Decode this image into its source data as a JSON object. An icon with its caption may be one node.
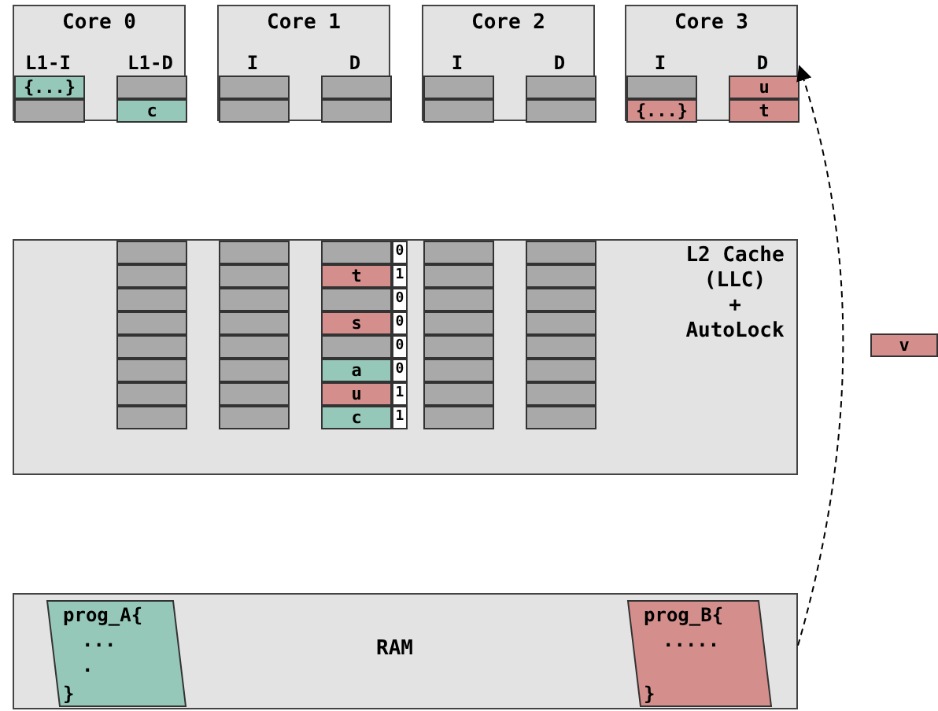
{
  "diagram": {
    "nodes": [
      {
        "text": [
          "Core 0",
          "L1-I",
          "L1-D"
        ]
      },
      {
        "text": [
          "{...}"
        ],
        "in": 0
      },
      {
        "text": [],
        "shape": "box",
        "in": 0
      },
      {
        "text": [],
        "shape": "box",
        "in": 0
      },
      {
        "text": [
          "c"
        ],
        "in": 0
      },
      {
        "text": [
          "Core 1",
          "I",
          "D"
        ]
      },
      {
        "text": [],
        "shape": "box",
        "in": 5
      },
      {
        "text": [],
        "shape": "box",
        "in": 5
      },
      {
        "text": [],
        "shape": "box",
        "in": 5
      },
      {
        "text": [],
        "shape": "box",
        "in": 5
      },
      {
        "text": [
          "Core 2",
          "I",
          "D"
        ]
      },
      {
        "text": [],
        "shape": "box",
        "in": 10
      },
      {
        "text": [],
        "shape": "box",
        "in": 10
      },
      {
        "text": [],
        "shape": "box",
        "in": 10
      },
      {
        "text": [],
        "shape": "box",
        "in": 10
      },
      {
        "text": [
          "Core 3",
          "I",
          "D"
        ]
      },
      {
        "text": [],
        "shape": "box",
        "in": 15
      },
      {
        "text": [
          "{...}"
        ],
        "in": 15
      },
      {
        "text": [
          "u"
        ],
        "in": 15
      },
      {
        "text": [
          "t"
        ],
        "in": 15
      },
      {
        "text": [
          "L2 Cache",
          "(LLC)",
          "+",
          "AutoLock"
        ]
      },
      {
        "text": [],
        "shape": "box",
        "in": 20
      },
      {
        "text": [],
        "shape": "box",
        "in": 20
      },
      {
        "text": [],
        "shape": "box",
        "in": 20
      },
      {
        "text": [],
        "shape": "box",
        "in": 20
      },
      {
        "text": [],
        "shape": "box",
        "in": 20
      },
      {
        "text": [],
        "shape": "box",
        "in": 20
      },
      {
        "text": [],
        "shape": "box",
        "in": 20
      },
      {
        "text": [],
        "shape": "box",
        "in": 20
      },
      {
        "text": [],
        "shape": "box",
        "in": 20
      },
      {
        "text": [],
        "shape": "box",
        "in": 20
      },
      {
        "text": [],
        "shape": "box",
        "in": 20
      },
      {
        "text": [],
        "shape": "box",
        "in": 20
      },
      {
        "text": [],
        "shape": "box",
        "in": 20
      },
      {
        "text": [],
        "shape": "box",
        "in": 20
      },
      {
        "text": [],
        "shape": "box",
        "in": 20
      },
      {
        "text": [],
        "shape": "box",
        "in": 20
      },
      {
        "text": [],
        "shape": "box",
        "in": 20
      },
      {
        "text": [
          "t"
        ],
        "in": 20
      },
      {
        "text": [],
        "shape": "box",
        "in": 20
      },
      {
        "text": [
          "s"
        ],
        "in": 20
      },
      {
        "text": [],
        "shape": "box",
        "in": 20
      },
      {
        "text": [
          "a"
        ],
        "in": 20
      },
      {
        "text": [
          "u"
        ],
        "in": 20
      },
      {
        "text": [
          "c"
        ],
        "in": 20
      },
      {
        "text": [
          "0"
        ],
        "in": 20
      },
      {
        "text": [
          "1"
        ],
        "in": 20
      },
      {
        "text": [
          "0"
        ],
        "in": 20
      },
      {
        "text": [
          "0"
        ],
        "in": 20
      },
      {
        "text": [
          "0"
        ],
        "in": 20
      },
      {
        "text": [
          "0"
        ],
        "in": 20
      },
      {
        "text": [
          "1"
        ],
        "in": 20
      },
      {
        "text": [
          "1"
        ],
        "in": 20
      },
      {
        "text": [],
        "shape": "box",
        "in": 20
      },
      {
        "text": [],
        "shape": "box",
        "in": 20
      },
      {
        "text": [],
        "shape": "box",
        "in": 20
      },
      {
        "text": [],
        "shape": "box",
        "in": 20
      },
      {
        "text": [],
        "shape": "box",
        "in": 20
      },
      {
        "text": [],
        "shape": "box",
        "in": 20
      },
      {
        "text": [],
        "shape": "box",
        "in": 20
      },
      {
        "text": [],
        "shape": "box",
        "in": 20
      },
      {
        "text": [],
        "shape": "box",
        "in": 20
      },
      {
        "text": [],
        "shape": "box",
        "in": 20
      },
      {
        "text": [],
        "shape": "box",
        "in": 20
      },
      {
        "text": [],
        "shape": "box",
        "in": 20
      },
      {
        "text": [],
        "shape": "box",
        "in": 20
      },
      {
        "text": [],
        "shape": "box",
        "in": 20
      },
      {
        "text": [],
        "shape": "box",
        "in": 20
      },
      {
        "text": [],
        "shape": "box",
        "in": 20
      },
      {
        "text": [
          "v"
        ]
      },
      {
        "text": [
          "RAM"
        ]
      },
      {
        "text": [
          "prog_A{",
          "...",
          ".",
          "}"
        ],
        "in": 70
      },
      {
        "text": [
          "prog_B{",
          ".....",
          "}"
        ],
        "in": 70
      }
    ],
    "edges": [
      {
        "from": 70,
        "to": 15,
        "arrow": "to",
        "style": "dashed"
      }
    ]
  }
}
